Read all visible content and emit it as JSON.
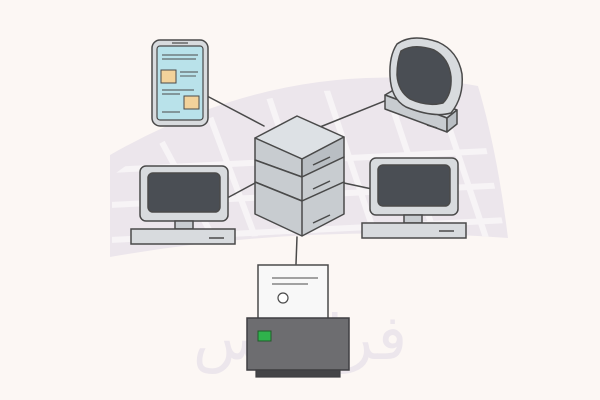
{
  "scene": {
    "type": "network-diagram",
    "background": "#fcf7f4",
    "watermark": {
      "kind": "logo",
      "text": "فرادرس",
      "color": "#ebe5ea"
    },
    "colors": {
      "outline": "#4a4a4a",
      "server_fill": "#c8ccd0",
      "screen_fill": "#4a4e54",
      "device_fill": "#d8dbde",
      "tablet_screen": "#b9e2ea",
      "note_fill": "#f2d29b",
      "printer_body": "#6d6d70",
      "printer_tray": "#444447",
      "printer_light": "#2fb24c"
    },
    "nodes": [
      {
        "name": "server-stack",
        "icon": "server-icon"
      },
      {
        "name": "tablet",
        "icon": "tablet-icon"
      },
      {
        "name": "crt-monitor",
        "icon": "crt-monitor-icon"
      },
      {
        "name": "left-workstation",
        "icon": "desktop-computer-icon"
      },
      {
        "name": "right-workstation",
        "icon": "desktop-computer-icon"
      },
      {
        "name": "printer",
        "icon": "printer-icon"
      }
    ],
    "connections": [
      {
        "from": "server-stack",
        "to": "tablet"
      },
      {
        "from": "server-stack",
        "to": "crt-monitor"
      },
      {
        "from": "server-stack",
        "to": "left-workstation"
      },
      {
        "from": "server-stack",
        "to": "right-workstation"
      },
      {
        "from": "server-stack",
        "to": "printer"
      }
    ]
  }
}
